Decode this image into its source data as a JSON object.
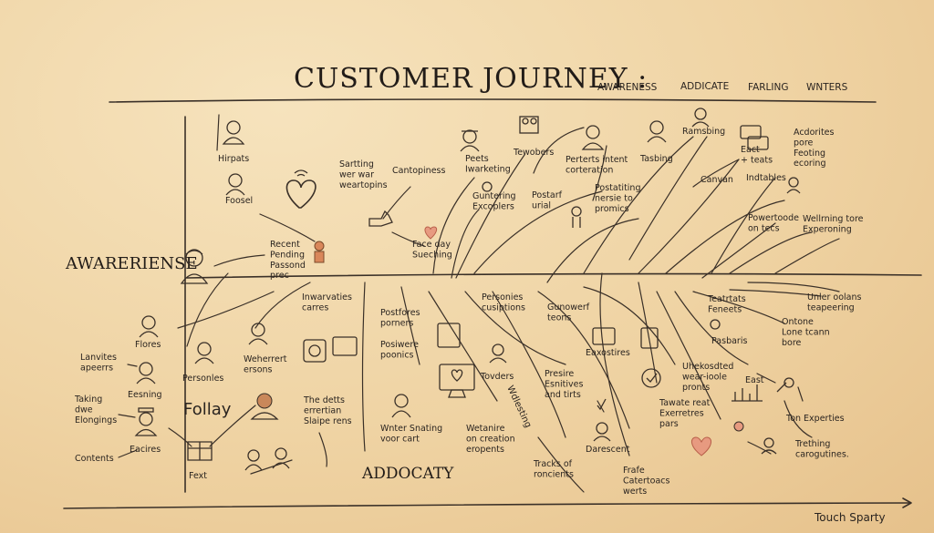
{
  "title": "CUSTOMER JOURNEY :",
  "header_tabs": [
    "AWARENESS",
    "ADDICATE",
    "FARLING",
    "WNTERS"
  ],
  "section_labels": {
    "awareness": "AWARERIENSE",
    "advocacy": "ADDOCATY",
    "touch": "Touch Sparty"
  },
  "notes": [
    {
      "id": "n1",
      "text": [
        "Hirpats"
      ]
    },
    {
      "id": "n2",
      "text": [
        "Foosel"
      ]
    },
    {
      "id": "n3",
      "text": [
        "Sartting",
        "wer war",
        "weartopins"
      ]
    },
    {
      "id": "n4",
      "text": [
        "Cantopiness"
      ]
    },
    {
      "id": "n5",
      "text": [
        "Peets",
        "Iwarketing"
      ]
    },
    {
      "id": "n6",
      "text": [
        "Tewobers"
      ]
    },
    {
      "id": "n7",
      "text": [
        "Perterts intent",
        "corteration"
      ]
    },
    {
      "id": "n8",
      "text": [
        "Tasbing"
      ]
    },
    {
      "id": "n9",
      "text": [
        "Ramsbing"
      ]
    },
    {
      "id": "n10",
      "text": [
        "Acdorites",
        "pore",
        "Feoting",
        "ecoring"
      ]
    },
    {
      "id": "n11",
      "text": [
        "Guntering",
        "Excoplers"
      ]
    },
    {
      "id": "n12",
      "text": [
        "Postarf",
        "urial"
      ]
    },
    {
      "id": "n13",
      "text": [
        "Postatiting",
        "nersie to",
        "promics"
      ]
    },
    {
      "id": "n14",
      "text": [
        "Canvan"
      ]
    },
    {
      "id": "n15",
      "text": [
        "Indtables"
      ]
    },
    {
      "id": "n16",
      "text": [
        "Eact",
        "+ teats"
      ]
    },
    {
      "id": "n17",
      "text": [
        "Powertoode",
        "on tecs"
      ]
    },
    {
      "id": "n18",
      "text": [
        "Wellrning tore",
        "Experoning"
      ]
    },
    {
      "id": "n19",
      "text": [
        "Recent",
        "Pending",
        "Passond",
        "prec"
      ]
    },
    {
      "id": "n20",
      "text": [
        "Face day",
        "Sueching"
      ]
    },
    {
      "id": "n21",
      "text": [
        "Inwarvaties",
        "carres"
      ]
    },
    {
      "id": "n22",
      "text": [
        "Postfores",
        "porners"
      ]
    },
    {
      "id": "n23",
      "text": [
        "Personies",
        "cusiptions"
      ]
    },
    {
      "id": "n24",
      "text": [
        "Gunowerf",
        "teons"
      ]
    },
    {
      "id": "n25",
      "text": [
        "Teatrtats",
        "Feneets"
      ]
    },
    {
      "id": "n26",
      "text": [
        "Unler oolans",
        "teapeering"
      ]
    },
    {
      "id": "n27",
      "text": [
        "Ontone",
        "Lone tcann",
        "bore"
      ]
    },
    {
      "id": "n28",
      "text": [
        "Pasbaris"
      ]
    },
    {
      "id": "n29",
      "text": [
        "Flores"
      ]
    },
    {
      "id": "n30",
      "text": [
        "Lanvites",
        "apeerrs"
      ]
    },
    {
      "id": "n31",
      "text": [
        "Personles"
      ]
    },
    {
      "id": "n32",
      "text": [
        "Weherrert",
        "ersons"
      ]
    },
    {
      "id": "n33",
      "text": [
        "Eesning"
      ]
    },
    {
      "id": "n34",
      "text": [
        "Taking",
        "dwe",
        "Elongings"
      ]
    },
    {
      "id": "n35",
      "text": [
        "Eacires"
      ]
    },
    {
      "id": "n36",
      "text": [
        "Contents"
      ]
    },
    {
      "id": "n37",
      "text": [
        "Fext"
      ]
    },
    {
      "id": "n38",
      "text": [
        "Follay"
      ]
    },
    {
      "id": "n39",
      "text": [
        "The detts",
        "errertian",
        "Slaipe rens"
      ]
    },
    {
      "id": "n40",
      "text": [
        "Posiwere",
        "poonics"
      ]
    },
    {
      "id": "n41",
      "text": [
        "Tovders"
      ]
    },
    {
      "id": "n42",
      "text": [
        "Wnter Snating",
        "voor cart"
      ]
    },
    {
      "id": "n43",
      "text": [
        "Wetanire",
        "on creation",
        "eropents"
      ]
    },
    {
      "id": "n44",
      "text": [
        "Presire",
        "Esnitives",
        "and tirts"
      ]
    },
    {
      "id": "n45",
      "text": [
        "Eaxostires"
      ]
    },
    {
      "id": "n46",
      "text": [
        "Uhekosdted",
        "wear-ioole",
        "pronts"
      ]
    },
    {
      "id": "n47",
      "text": [
        "East"
      ]
    },
    {
      "id": "n48",
      "text": [
        "Tawate reat",
        "Exerretres",
        "pars"
      ]
    },
    {
      "id": "n49",
      "text": [
        "Ton Experties"
      ]
    },
    {
      "id": "n50",
      "text": [
        "Trething",
        "carogutines."
      ]
    },
    {
      "id": "n51",
      "text": [
        "Tracks of",
        "roncients"
      ]
    },
    {
      "id": "n52",
      "text": [
        "Frafe",
        "Catertoacs",
        "werts"
      ]
    },
    {
      "id": "n53",
      "text": [
        "Darescent"
      ]
    },
    {
      "id": "n54",
      "text": [
        "Wdlesting"
      ]
    }
  ]
}
